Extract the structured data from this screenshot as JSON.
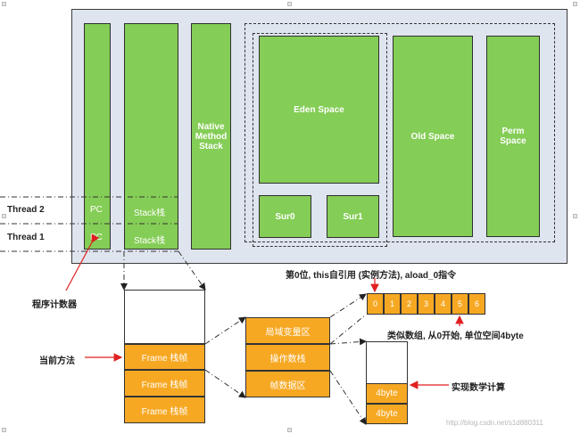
{
  "jvm": {
    "native_method_stack": "Native\nMethod\nStack",
    "eden_space": "Eden Space",
    "old_space": "Old  Space",
    "perm_space": "Perm\nSpace",
    "sur0": "Sur0",
    "sur1": "Sur1"
  },
  "threads": [
    {
      "label": "Thread  2",
      "pc": "PC",
      "stack": "Stack栈"
    },
    {
      "label": "Thread  1",
      "pc": "PC",
      "stack": "Stack栈"
    }
  ],
  "annotations": {
    "program_counter": "程序计数器",
    "current_method": "当前方法",
    "slot0_note": "第0位, this自引用 (实例方法), aload_0指令",
    "array_note": "类似数组, 从0开始, 单位空间4byte",
    "compute_note": "实现数学计算"
  },
  "frames": [
    "Frame  栈帧",
    "Frame  栈帧",
    "Frame  栈帧"
  ],
  "frame_parts": [
    "局域变量区",
    "操作数栈",
    "帧数据区"
  ],
  "local_slots": [
    "0",
    "1",
    "2",
    "3",
    "4",
    "5",
    "6"
  ],
  "operand_cells": [
    "4byte",
    "4byte"
  ],
  "watermark": "http://blog.csdn.net/s1d880311"
}
